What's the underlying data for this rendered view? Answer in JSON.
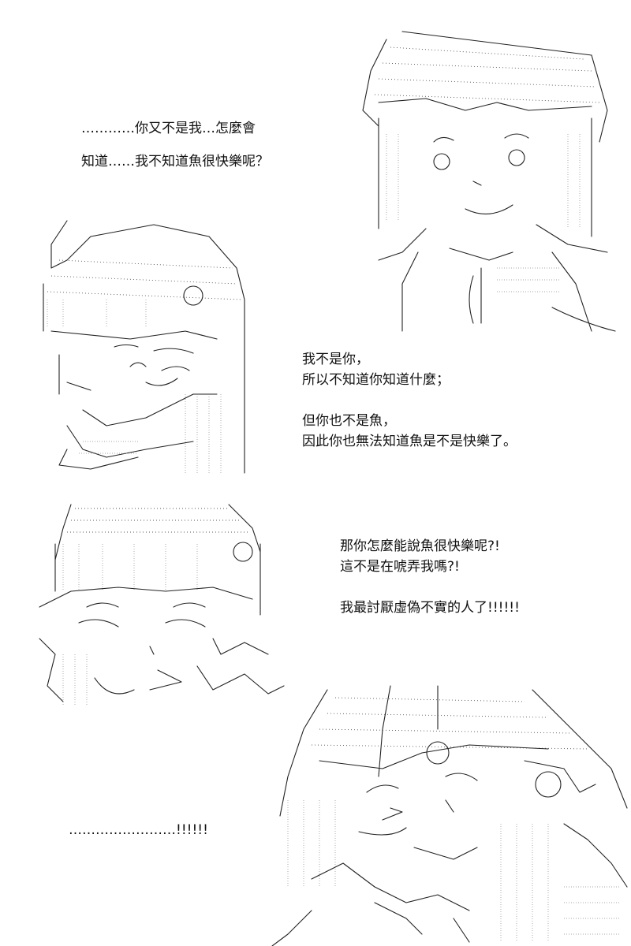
{
  "panel1": {
    "lines": [
      "…………你又不是我…怎麼會",
      "知道……我不知道魚很快樂呢？"
    ]
  },
  "panel2": {
    "lines": [
      "我不是你，",
      "所以不知道你知道什麼；",
      "",
      "但你也不是魚，",
      "因此你也無法知道魚是不是快樂了。"
    ]
  },
  "panel3": {
    "lines": [
      "那你怎麼能說魚很快樂呢?!",
      "這不是在唬弄我嗎?!",
      "",
      "我最討厭虛偽不實的人了!!!!!!"
    ]
  },
  "panel4": {
    "lines": [
      "……………………!!!!!!"
    ]
  }
}
